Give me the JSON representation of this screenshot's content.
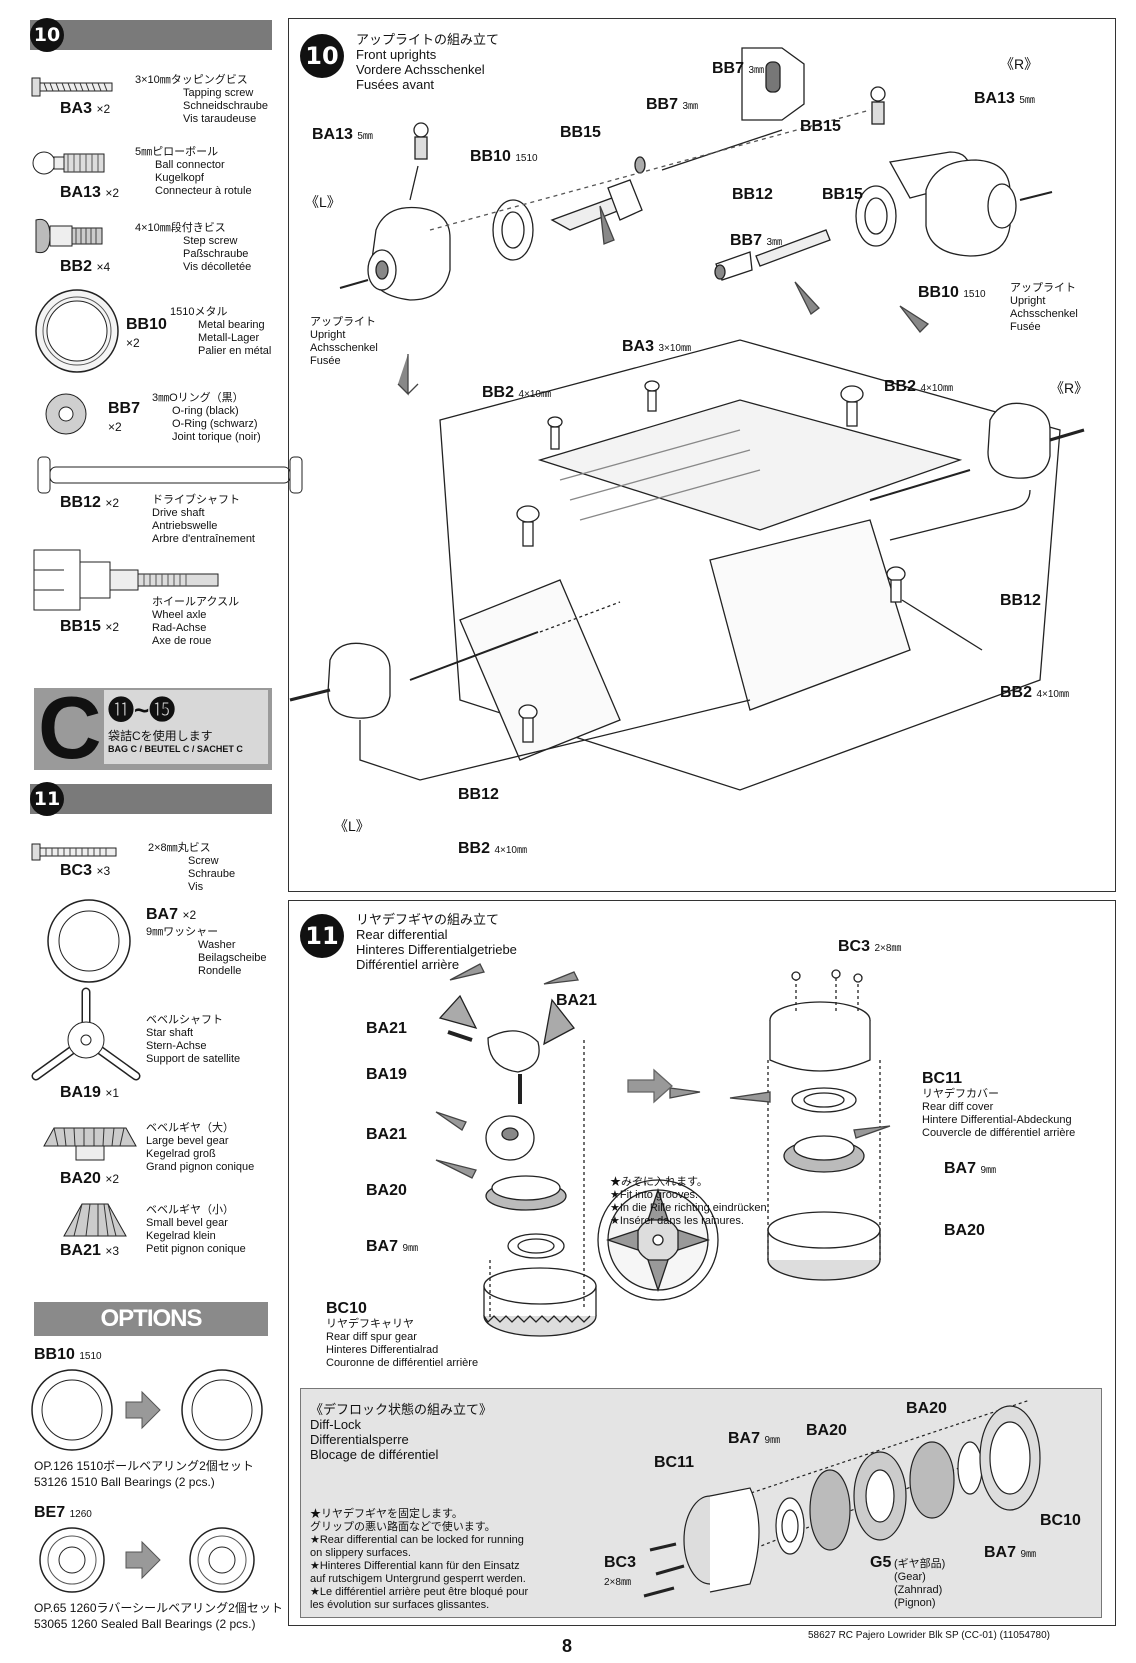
{
  "left": {
    "step10": {
      "number": "10",
      "parts": [
        {
          "code": "BA3",
          "qty": "×2",
          "name_jp": "3×10㎜タッピングビス",
          "names": [
            "Tapping screw",
            "Schneidschraube",
            "Vis taraudeuse"
          ],
          "icon": "tapping-screw-icon"
        },
        {
          "code": "BA13",
          "qty": "×2",
          "name_jp": "5㎜ピローボール",
          "names": [
            "Ball connector",
            "Kugelkopf",
            "Connecteur à rotule"
          ],
          "icon": "ball-connector-icon"
        },
        {
          "code": "BB2",
          "qty": "×4",
          "name_jp": "4×10㎜段付きビス",
          "names": [
            "Step screw",
            "Paßschraube",
            "Vis décolletée"
          ],
          "icon": "step-screw-icon"
        },
        {
          "code": "BB10",
          "qty": "×2",
          "code_sup": "1510メタル",
          "names": [
            "Metal bearing",
            "Metall-Lager",
            "Palier en métal"
          ],
          "icon": "metal-bearing-icon"
        },
        {
          "code": "BB7",
          "qty": "×2",
          "name_jp": "3㎜Oリング（黒）",
          "names": [
            "O-ring (black)",
            "O-Ring (schwarz)",
            "Joint torique (noir)"
          ],
          "icon": "o-ring-icon"
        },
        {
          "code": "BB12",
          "qty": "×2",
          "name_jp": "ドライブシャフト",
          "names": [
            "Drive shaft",
            "Antriebswelle",
            "Arbre d'entraînement"
          ],
          "icon": "drive-shaft-icon"
        },
        {
          "code": "BB15",
          "qty": "×2",
          "name_jp": "ホイールアクスル",
          "names": [
            "Wheel axle",
            "Rad-Achse",
            "Axe de roue"
          ],
          "icon": "wheel-axle-icon"
        }
      ]
    },
    "bag": {
      "letter": "C",
      "steps": "⓫~⓯",
      "jp": "袋詰Cを使用します",
      "label": "BAG C / BEUTEL C / SACHET C"
    },
    "step11": {
      "number": "11",
      "parts": [
        {
          "code": "BC3",
          "qty": "×3",
          "name_jp": "2×8㎜丸ビス",
          "names": [
            "Screw",
            "Schraube",
            "Vis"
          ],
          "icon": "screw-icon"
        },
        {
          "code": "BA7",
          "qty": "×2",
          "name_jp": "9㎜ワッシャー",
          "names": [
            "Washer",
            "Beilagscheibe",
            "Rondelle"
          ],
          "icon": "washer-icon"
        },
        {
          "code": "BA19",
          "qty": "×1",
          "name_jp": "ベベルシャフト",
          "names": [
            "Star shaft",
            "Stern-Achse",
            "Support de satellite"
          ],
          "icon": "star-shaft-icon"
        },
        {
          "code": "BA20",
          "qty": "×2",
          "name_jp": "ベベルギヤ（大）",
          "names": [
            "Large bevel gear",
            "Kegelrad groß",
            "Grand pignon conique"
          ],
          "icon": "large-bevel-gear-icon"
        },
        {
          "code": "BA21",
          "qty": "×3",
          "name_jp": "ベベルギヤ（小）",
          "names": [
            "Small bevel gear",
            "Kegelrad klein",
            "Petit pignon conique"
          ],
          "icon": "small-bevel-gear-icon"
        }
      ]
    },
    "options": {
      "title": "OPTIONS",
      "items": [
        {
          "code": "BB10",
          "sub": "1510",
          "line1": "OP.126 1510ボールベアリング2個セット",
          "line2": "53126 1510 Ball Bearings (2 pcs.)"
        },
        {
          "code": "BE7",
          "sub": "1260",
          "line1": "OP.65 1260ラバーシールベアリング2個セット",
          "line2": "53065 1260 Sealed Ball Bearings (2 pcs.)"
        }
      ]
    }
  },
  "panel10": {
    "number": "10",
    "title": [
      "アップライトの組み立て",
      "Front uprights",
      "Vordere Achsschenkel",
      "Fusées avant"
    ],
    "labels": {
      "L": "《L》",
      "R": "《R》",
      "BA13_5": "BA13",
      "sz5": "5㎜",
      "BB10": "BB10",
      "s1510": "1510",
      "BB15": "BB15",
      "BB7": "BB7",
      "sz3": "3㎜",
      "BB12": "BB12",
      "BA3": "BA3",
      "sz3x10": "3×10㎜",
      "BB2": "BB2",
      "sz4x10": "4×10㎜",
      "upright_jp": "アップライト",
      "upright": [
        "Upright",
        "Achsschenkel",
        "Fusée"
      ]
    }
  },
  "panel11": {
    "number": "11",
    "title": [
      "リヤデフギヤの組み立て",
      "Rear differential",
      "Hinteres Differentialgetriebe",
      "Différentiel arrière"
    ],
    "labels": {
      "BA21": "BA21",
      "BA19": "BA19",
      "BA20": "BA20",
      "BA7": "BA7",
      "sz9": "9㎜",
      "BC10": "BC10",
      "BC10_desc": [
        "リヤデフキャリヤ",
        "Rear diff spur gear",
        "Hinteres Differentialrad",
        "Couronne de différentiel arrière"
      ],
      "BC3": "BC3",
      "sz2x8": "2×8㎜",
      "BC11": "BC11",
      "BC11_desc": [
        "リヤデフカバー",
        "Rear diff cover",
        "Hintere Differential-Abdeckung",
        "Couvercle de différentiel arrière"
      ],
      "grooves": [
        "★みぞに入れます。",
        "★Fit into grooves.",
        "★In die Rille richting eindrücken.",
        "★Insérer dans les rainures."
      ]
    },
    "difflock": {
      "title": [
        "《デフロック状態の組み立て》",
        "Diff-Lock",
        "Differentialsperre",
        "Blocage de différentiel"
      ],
      "notes": [
        "★リヤデフギヤを固定します。",
        "グリップの悪い路面などで使います。",
        "★Rear differential can be locked for running",
        "on slippery surfaces.",
        "★Hinteres Differential kann für den Einsatz",
        "auf rutschigem Untergrund gesperrt werden.",
        "★Le différentiel arrière peut être bloqué pour",
        "les évolution sur surfaces glissantes."
      ],
      "BC3": "BC3",
      "sz2x8": "2×8㎜",
      "BC11": "BC11",
      "BA7": "BA7",
      "sz9": "9㎜",
      "BA20": "BA20",
      "BC10": "BC10",
      "G5": "G5",
      "G5_desc": [
        "(ギヤ部品)",
        "(Gear)",
        "(Zahnrad)",
        "(Pignon)"
      ]
    }
  },
  "footer": {
    "page": "8",
    "ref": "58627  RC Pajero Lowrider Blk SP (CC-01) (11054780)"
  }
}
